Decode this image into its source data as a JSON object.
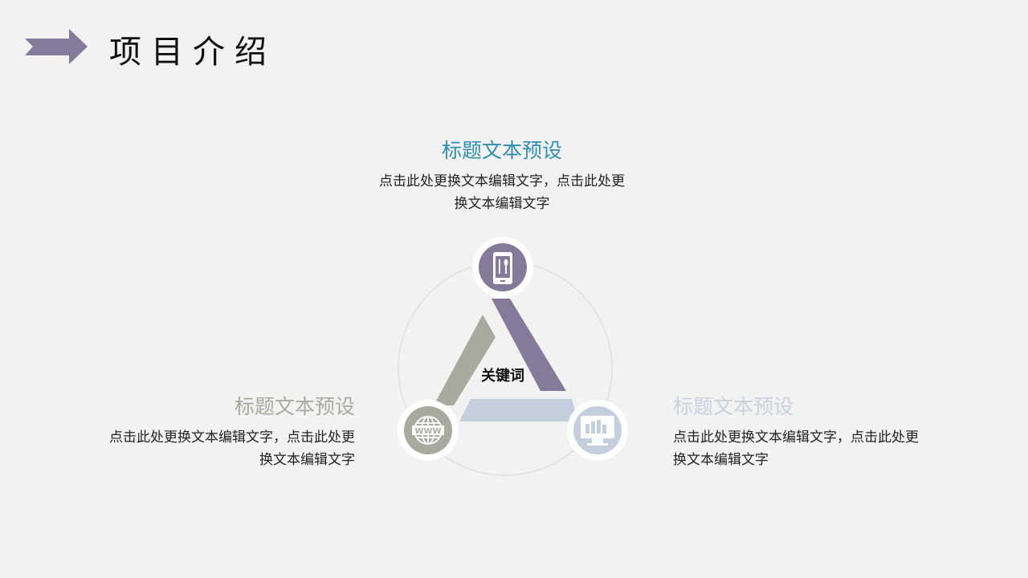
{
  "header": {
    "title": "项目介绍",
    "arrow_icon": "right-arrow-icon",
    "arrow_color": "#857a9a"
  },
  "diagram": {
    "center_keyword": "关键词",
    "nodes": [
      {
        "position": "top",
        "icon": "smartphone-icon",
        "color": "#857a9a"
      },
      {
        "position": "bottom-left",
        "icon": "globe-www-icon",
        "color": "#a9aa9d"
      },
      {
        "position": "bottom-right",
        "icon": "monitor-chart-icon",
        "color": "#c3cfdc"
      }
    ]
  },
  "blocks": {
    "top": {
      "title": "标题文本预设",
      "line1": "点击此处更换文本编辑文字，点击此处更",
      "line2": "换文本编辑文字",
      "title_color": "#2e8fb0"
    },
    "left": {
      "title": "标题文本预设",
      "line1": "点击此处更换文本编辑文字，点击此处更",
      "line2": "换文本编辑文字",
      "title_color": "#a9aa9d"
    },
    "right": {
      "title": "标题文本预设",
      "line1": "点击此处更换文本编辑文字，点击此处更",
      "line2": "换文本编辑文字",
      "title_color": "#c8d2de"
    }
  }
}
